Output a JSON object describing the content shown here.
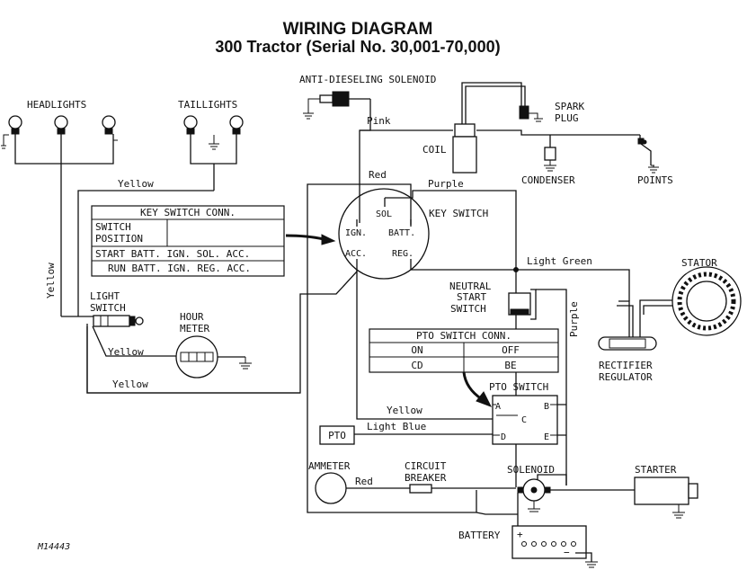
{
  "title": {
    "line1": "WIRING DIAGRAM",
    "line2": "300 Tractor (Serial No. 30,001-70,000)"
  },
  "components": {
    "headlights": "HEADLIGHTS",
    "taillights": "TAILLIGHTS",
    "anti_dieseling": "ANTI-DIESELING SOLENOID",
    "spark_plug_1": "SPARK",
    "spark_plug_2": "PLUG",
    "coil": "COIL",
    "condenser": "CONDENSER",
    "points": "POINTS",
    "key_switch": "KEY SWITCH",
    "stator": "STATOR",
    "neutral_1": "NEUTRAL",
    "neutral_2": "START",
    "neutral_3": "SWITCH",
    "light_switch_1": "LIGHT",
    "light_switch_2": "SWITCH",
    "hour_meter_1": "HOUR",
    "hour_meter_2": "METER",
    "rectifier_1": "RECTIFIER",
    "rectifier_2": "REGULATOR",
    "pto_switch": "PTO SWITCH",
    "pto": "PTO",
    "ammeter": "AMMETER",
    "breaker_1": "CIRCUIT",
    "breaker_2": "BREAKER",
    "solenoid": "SOLENOID",
    "starter": "STARTER",
    "battery": "BATTERY"
  },
  "key_terminals": {
    "ign": "IGN.",
    "sol": "SOL",
    "batt": "BATT.",
    "acc": "ACC.",
    "reg": "REG."
  },
  "pto_terminals": {
    "a": "A",
    "b": "B",
    "c": "C",
    "d": "D",
    "e": "E"
  },
  "battery_terminals": {
    "plus": "+",
    "minus": "−"
  },
  "wires": {
    "pink": "Pink",
    "red_top": "Red",
    "purple_top": "Purple",
    "light_green": "Light Green",
    "purple_right": "Purple",
    "yellow_top": "Yellow",
    "yellow_left": "Yellow",
    "yellow_meter": "Yellow",
    "yellow_bottom": "Yellow",
    "yellow_pto": "Yellow",
    "light_blue": "Light Blue",
    "red_bottom": "Red"
  },
  "key_table": {
    "title": "KEY SWITCH CONN.",
    "position_1": "SWITCH",
    "position_2": "POSITION",
    "rows": [
      "START BATT. IGN. SOL. ACC.",
      "RUN BATT. IGN. REG. ACC."
    ]
  },
  "pto_table": {
    "title": "PTO SWITCH CONN.",
    "rows": [
      [
        "ON",
        "OFF"
      ],
      [
        "CD",
        "BE"
      ]
    ]
  },
  "figure_code": "M14443"
}
